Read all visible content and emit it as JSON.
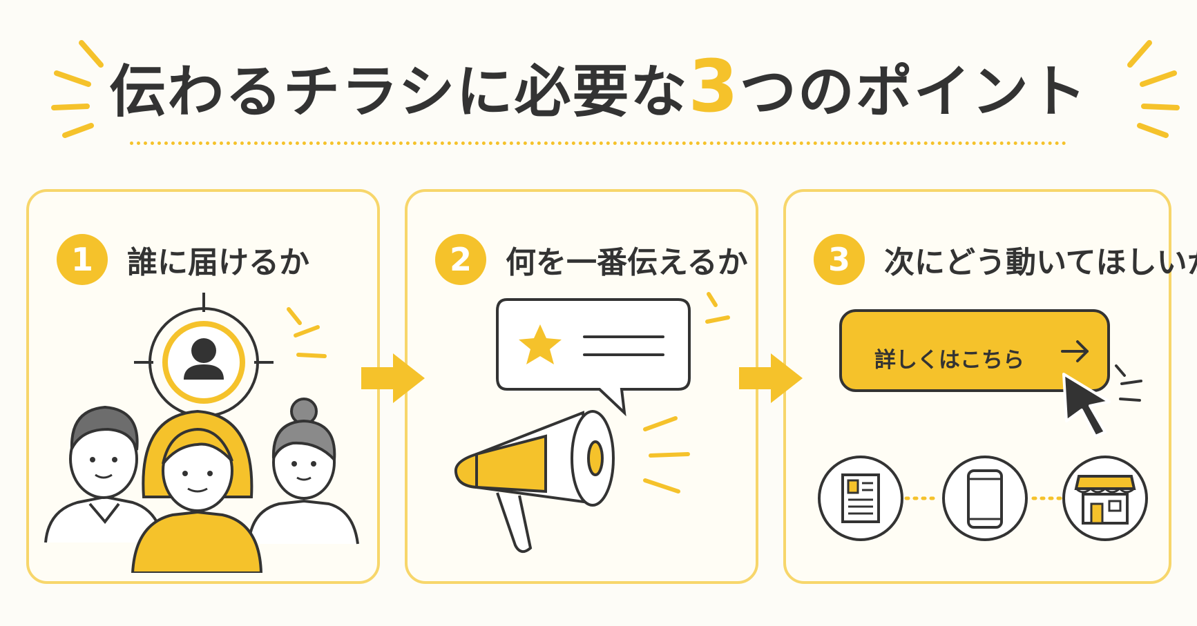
{
  "title": {
    "main": "伝わるチラシに必要な",
    "number": "3",
    "suffix": "つのポイント"
  },
  "colors": {
    "accent": "#f5c22b",
    "border": "#f7d66b",
    "text": "#333333",
    "background": "#fdfcf7"
  },
  "steps": [
    {
      "number": "1",
      "label": "誰に届けるか",
      "icons": [
        "target-icon",
        "person-icon",
        "people-icon"
      ]
    },
    {
      "number": "2",
      "label": "何を一番伝えるか",
      "icons": [
        "speech-bubble-icon",
        "star-icon",
        "megaphone-icon"
      ]
    },
    {
      "number": "3",
      "label": "次にどう動いてほしいか",
      "icons": [
        "cursor-icon",
        "flyer-icon",
        "smartphone-icon",
        "store-icon"
      ]
    }
  ],
  "cta_button": {
    "label": "詳しくはこちら",
    "arrow": "→"
  }
}
